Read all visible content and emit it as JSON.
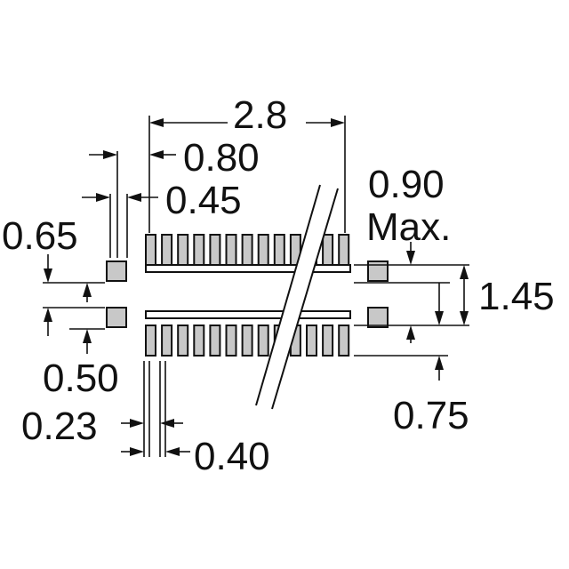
{
  "dimensions": {
    "overall_width": "2.8",
    "pin_span": "0.80",
    "edge_offset": "0.45",
    "max_height_value": "0.90",
    "max_height_suffix": "Max.",
    "pad_width": "0.65",
    "height": "1.45",
    "pad_gap": "0.50",
    "pin_width": "0.23",
    "pitch": "0.40",
    "body_thickness": "0.75"
  },
  "colors": {
    "pin_fill": "#c8c8c8",
    "line": "#111111"
  }
}
